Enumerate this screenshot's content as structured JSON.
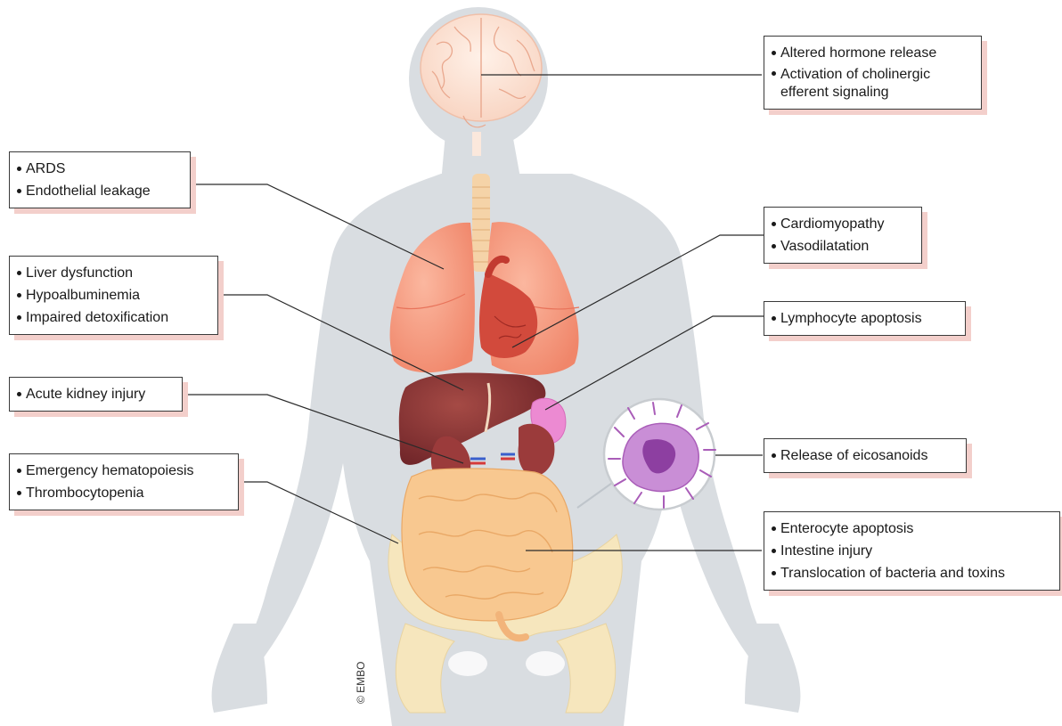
{
  "callouts": {
    "brain": [
      "Altered hormone release",
      "Activation of cholinergic efferent signaling"
    ],
    "lung": [
      "ARDS",
      "Endothelial leakage"
    ],
    "liver": [
      "Liver dysfunction",
      "Hypoalbuminemia",
      "Impaired detoxification"
    ],
    "kidney": [
      "Acute kidney injury"
    ],
    "marrow": [
      "Emergency hematopoiesis",
      "Thrombocytopenia"
    ],
    "heart": [
      "Cardiomyopathy",
      "Vasodilatation"
    ],
    "spleen": [
      "Lymphocyte apoptosis"
    ],
    "cell": [
      "Release of eicosanoids"
    ],
    "intestine": [
      "Enterocyte apoptosis",
      "Intestine injury",
      "Translocation of bacteria and toxins"
    ]
  },
  "credit": "© EMBO",
  "colors": {
    "silhouette": "#d9dde1",
    "lung": "#f59a7e",
    "liver": "#8c3636",
    "intestine": "#f8c890",
    "pelvis": "#f6e6bd",
    "brain": "#fbe1d2",
    "spleen": "#ec8ad2",
    "cell": "#a95db8",
    "box_shadow": "#f3cfcb"
  }
}
